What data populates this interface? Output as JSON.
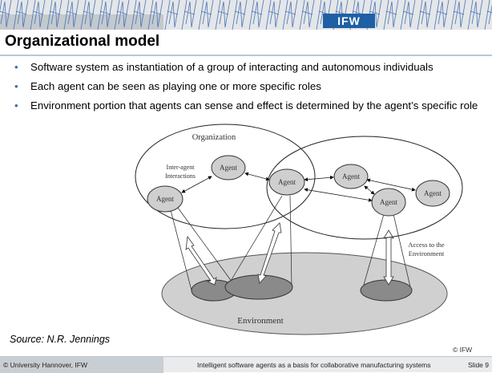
{
  "header": {
    "logo": "IFW",
    "title": "Organizational model"
  },
  "bullets": [
    "Software system as instantiation of a group of interacting and autonomous individuals",
    "Each agent can be seen as playing one or more specific roles",
    "Environment portion that agents can sense and effect is determined by the agent’s specific role"
  ],
  "diagram": {
    "organization": "Organization",
    "inter1": "Inter-agent",
    "inter2": "Interactions",
    "agent": "Agent",
    "access1": "Access to the",
    "access2": "Environment",
    "environment": "Environment"
  },
  "source": "Source: N.R. Jennings",
  "copyright": "© IFW",
  "footer": {
    "left": "© University Hannover, IFW",
    "center": "Intelligent software agents as a basis for collaborative manufacturing systems",
    "slide": "Slide 9"
  }
}
